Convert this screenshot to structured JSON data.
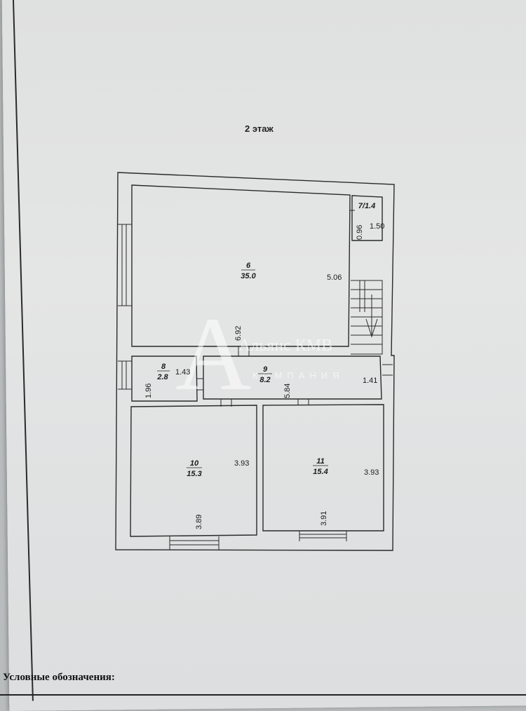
{
  "floor_label": "2 этаж",
  "legend_title": "Условные обозначения:",
  "watermark": {
    "brand": "Альянс КМВ",
    "subtitle": "КОМПАНИЯ"
  },
  "rooms": {
    "r6": {
      "number": "6",
      "area": "35.0"
    },
    "r7": {
      "label": "7/1.4"
    },
    "r8": {
      "number": "8",
      "area": "2.8"
    },
    "r9": {
      "number": "9",
      "area": "8.2"
    },
    "r10": {
      "number": "10",
      "area": "15.3"
    },
    "r11": {
      "number": "11",
      "area": "15.4"
    }
  },
  "dimensions": {
    "r6_depth": "5.06",
    "r6_width": "6.92",
    "r7_width": "0.96",
    "r7_depth": "1.50",
    "r8_depth": "1.43",
    "r8_width": "1.96",
    "r9_width": "5.84",
    "r9_depth": "1.41",
    "r10_depth": "3.93",
    "r10_width": "3.89",
    "r11_depth": "3.93",
    "r11_width": "3.91"
  }
}
